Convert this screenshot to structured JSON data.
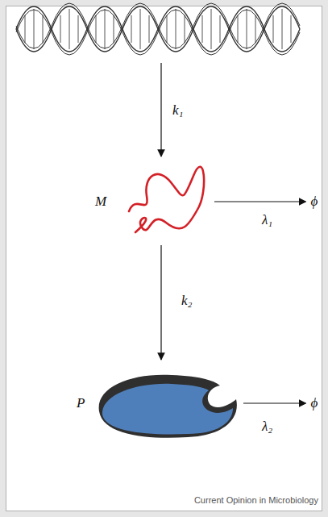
{
  "diagram": {
    "nodes": [
      {
        "text": [
          "M"
        ]
      },
      {
        "text": [
          "ϕ"
        ]
      },
      {
        "text": [
          "P"
        ]
      },
      {
        "text": [
          "ϕ"
        ]
      }
    ],
    "edges": [
      {
        "from": 0,
        "to": 1,
        "arrow": "to",
        "label": "λ₁"
      },
      {
        "from": 0,
        "to": 2,
        "arrow": "to",
        "label": "k₂"
      },
      {
        "from": 2,
        "to": 3,
        "arrow": "to",
        "label": "λ₂"
      }
    ],
    "labels": [
      "k₁",
      "Current Opinion in Microbiology"
    ]
  }
}
